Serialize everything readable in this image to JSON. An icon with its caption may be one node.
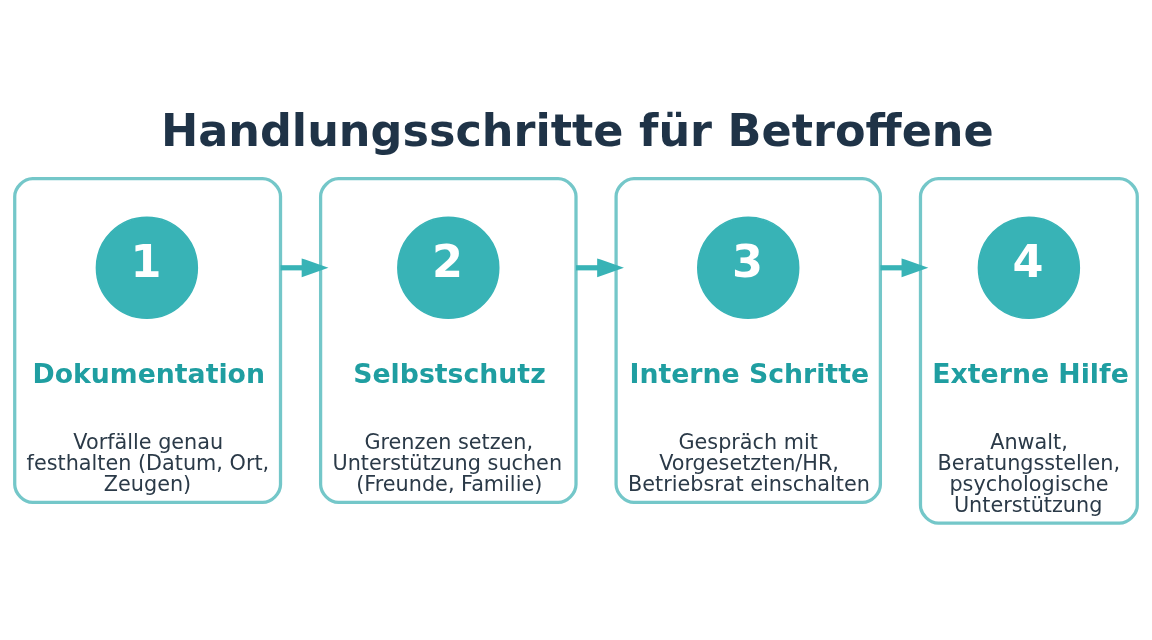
{
  "diagram": {
    "title": "Handlungsschritte für Betroffene",
    "nodes": [
      {
        "text": [
          "Dokumentation",
          "Vorfälle genau festhalten (Datum, Ort, Zeugen)"
        ]
      },
      {
        "text": [
          "1"
        ],
        "in": 0
      },
      {
        "text": [
          "Selbstschutz",
          "Grenzen setzen, Unterstützung suchen (Freunde, Familie)"
        ]
      },
      {
        "text": [
          "2"
        ],
        "in": 2
      },
      {
        "text": [
          "Interne Schritte",
          "Gespräch mit Vorgesetzten/HR, Betriebsrat einschalten"
        ]
      },
      {
        "text": [
          "3"
        ],
        "in": 4
      },
      {
        "text": [
          "Externe Hilfe",
          "Anwalt, Beratungsstellen, psychologische Unterstützung"
        ]
      },
      {
        "text": [
          "4"
        ],
        "in": 6
      }
    ],
    "edges": [
      {
        "from": 0,
        "to": 2,
        "arrow": "to"
      },
      {
        "from": 2,
        "to": 4,
        "arrow": "to"
      },
      {
        "from": 4,
        "to": 6,
        "arrow": "to"
      }
    ]
  }
}
